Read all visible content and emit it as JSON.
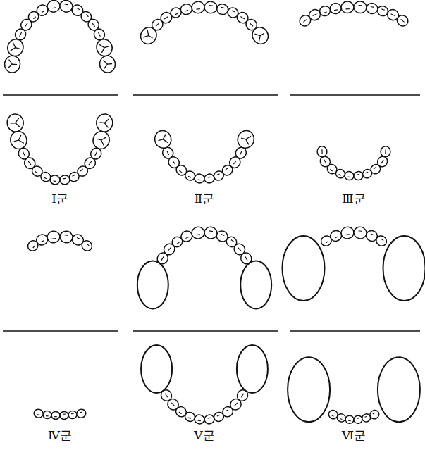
{
  "diagram": {
    "labels": [
      "Ⅰ군",
      "Ⅱ군",
      "Ⅲ군",
      "Ⅳ군",
      "Ⅴ군",
      "Ⅵ군"
    ]
  }
}
